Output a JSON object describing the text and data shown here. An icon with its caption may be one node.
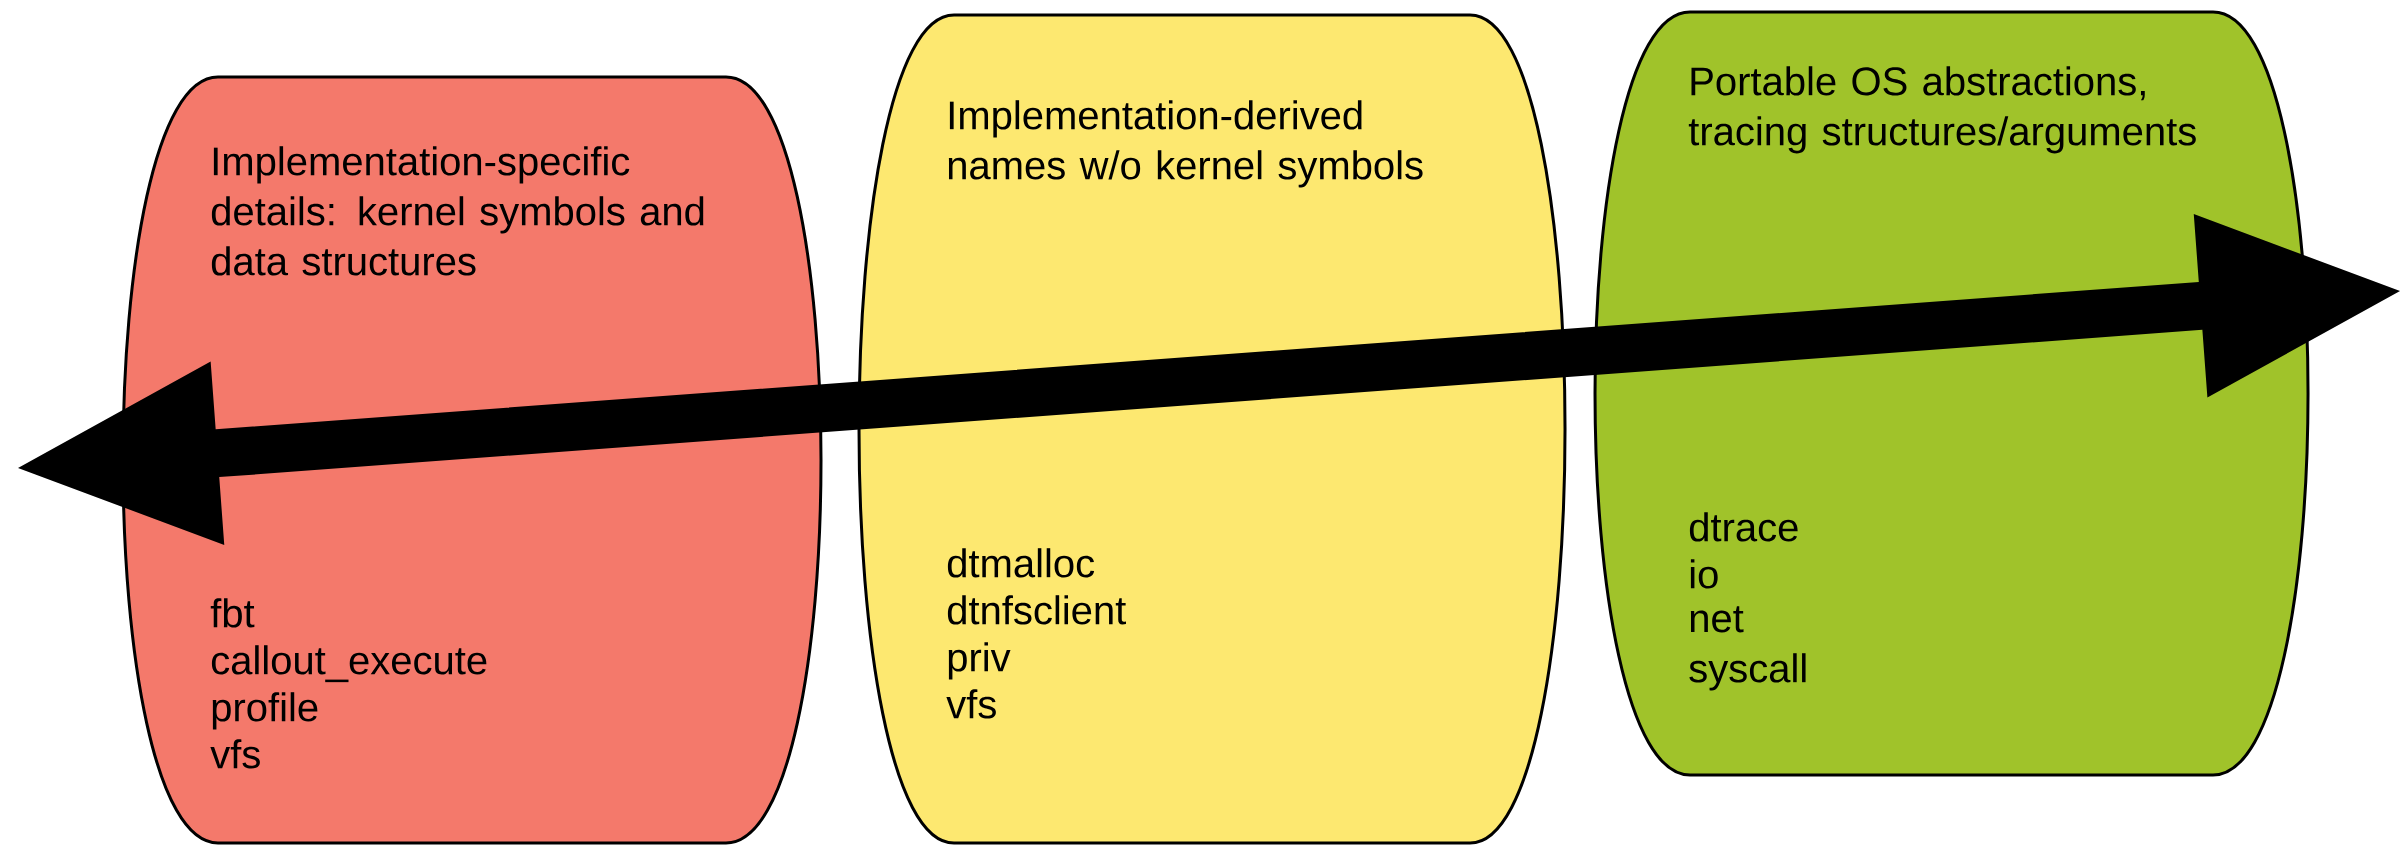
{
  "diagram": {
    "nodes": [
      {
        "text": [
          "Implementation-specific details: kernel symbols and data structures",
          "fbt",
          "callout_execute",
          "profile",
          "vfs"
        ]
      },
      {
        "text": [
          "Implementation-derived names w/o kernel symbols",
          "dtmalloc",
          "dtnfsclient",
          "priv",
          "vfs"
        ]
      },
      {
        "text": [
          "Portable OS abstractions, tracing structures/arguments",
          "dtrace",
          "io",
          "net",
          "syscall"
        ]
      }
    ],
    "edges": []
  }
}
